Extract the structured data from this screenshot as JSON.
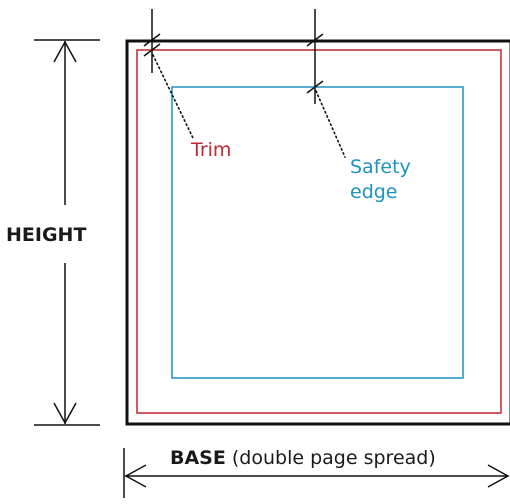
{
  "labels": {
    "trim": "Trim",
    "safety_line1": "Safety",
    "safety_line2": "edge",
    "height": "HEIGHT",
    "base_bold": "BASE",
    "base_rest": " (double  page spread)"
  },
  "colors": {
    "page_outline": "#111111",
    "trim": "#c0262d",
    "safety": "#1c93c0",
    "dimension": "#111111",
    "text": "#1a1a1a"
  }
}
